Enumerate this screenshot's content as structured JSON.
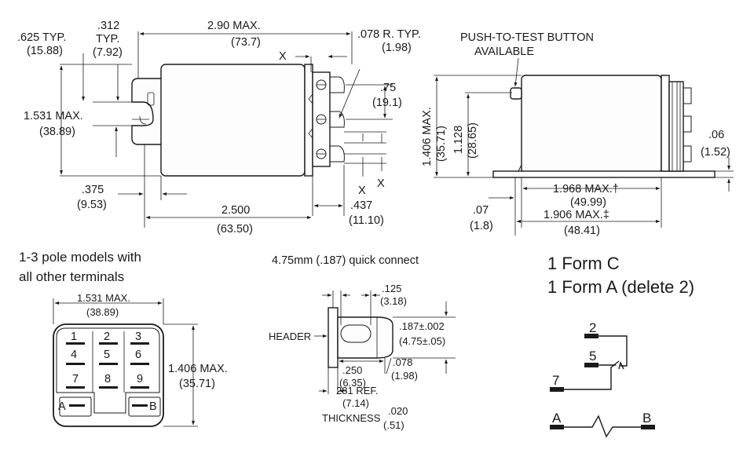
{
  "side_view": {
    "overall_length": [
      "2.90 MAX.",
      "(73.7)"
    ],
    "tab_width": [
      ".625 TYP.",
      "(15.88)"
    ],
    "tab_offset": [
      ".312",
      "TYP.",
      "(7.92)"
    ],
    "height": [
      "1.531 MAX.",
      "(38.89)"
    ],
    "terminal_radius": [
      ".078 R. TYP.",
      "(1.98)"
    ],
    "terminal_spacing": [
      ".75",
      "(19.1)"
    ],
    "x_marks": [
      "X",
      "X",
      "X"
    ],
    "hole_offset": [
      ".375",
      "(9.53)"
    ],
    "mount_spacing": [
      "2.500",
      "(63.50)"
    ],
    "terminal_length": [
      ".437",
      "(11.10)"
    ]
  },
  "end_view": {
    "push_to_test": [
      "PUSH-TO-TEST BUTTON",
      "AVAILABLE"
    ],
    "overall_height": [
      "1.406 MAX.",
      "(35.71)"
    ],
    "body_height": [
      "1.128",
      "(28.65)"
    ],
    "flange_thickness": [
      ".06",
      "(1.52)"
    ],
    "body_length": [
      "1.968 MAX.†",
      "(49.99)"
    ],
    "base_length": [
      "1.906 MAX.‡",
      "(48.41)"
    ],
    "flange_offset": [
      ".07",
      "(1.8)"
    ]
  },
  "bottom_view": {
    "caption": [
      "1-3 pole models with",
      "all other terminals"
    ],
    "width": [
      "1.531 MAX.",
      "(38.89)"
    ],
    "height": [
      "1.406 MAX.",
      "(35.71)"
    ],
    "pins": [
      "1",
      "2",
      "3",
      "4",
      "5",
      "6",
      "7",
      "8",
      "9",
      "A",
      "B"
    ]
  },
  "quick_connect": {
    "title": "4.75mm (.187) quick connect",
    "header_label": "HEADER",
    "hole_width": [
      ".125",
      "(3.18)"
    ],
    "tab_width": [
      ".187±.002",
      "(4.75±.05)"
    ],
    "hole_length": [
      ".250",
      "(6.35)"
    ],
    "tip_radius": [
      ".078",
      "(1.98)"
    ],
    "reference": [
      "281 REF.",
      "(7.14)"
    ],
    "thickness_label": "THICKNESS",
    "thickness": [
      ".020",
      "(.51)"
    ]
  },
  "schematic": {
    "line1": "1 Form C",
    "line2": "1 Form A (delete 2)",
    "terminals": [
      "2",
      "5",
      "7",
      "A",
      "B"
    ]
  }
}
